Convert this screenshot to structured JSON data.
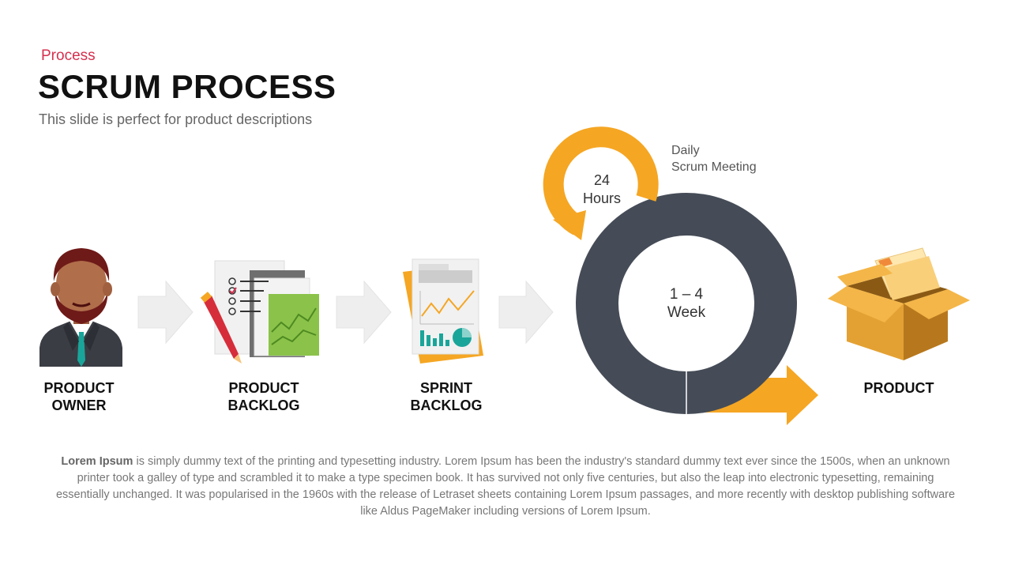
{
  "header": {
    "kicker": "Process",
    "title": "SCRUM PROCESS",
    "subtitle": "This slide is perfect for product descriptions"
  },
  "steps": [
    {
      "line1": "PRODUCT",
      "line2": "OWNER",
      "icon": "person-icon"
    },
    {
      "line1": "PRODUCT",
      "line2": "BACKLOG",
      "icon": "checklist-icon"
    },
    {
      "line1": "SPRINT",
      "line2": "BACKLOG",
      "icon": "report-chart-icon"
    },
    {
      "line1": "PRODUCT",
      "line2": "",
      "icon": "box-folder-icon"
    }
  ],
  "cycle": {
    "daily_line1": "Daily",
    "daily_line2": "Scrum Meeting",
    "hours_line1": "24",
    "hours_line2": "Hours",
    "sprint_line1": "1 – 4",
    "sprint_line2": "Week"
  },
  "description": {
    "lead": "Lorem Ipsum",
    "body": " is simply dummy text of the printing and typesetting industry. Lorem Ipsum has been the industry's standard dummy text ever since the 1500s, when an unknown printer took a galley of type and scrambled it to make a type specimen book. It has survived not only five centuries, but also the leap into electronic typesetting, remaining essentially unchanged. It was popularised in the 1960s with the release of Letraset sheets containing Lorem Ipsum passages, and more recently with desktop publishing software like Aldus PageMaker including versions of Lorem Ipsum."
  },
  "colors": {
    "accent_red": "#d6304f",
    "ring_dark": "#454c57",
    "orange": "#f5a623",
    "arrow_gray": "#eeeeee"
  }
}
